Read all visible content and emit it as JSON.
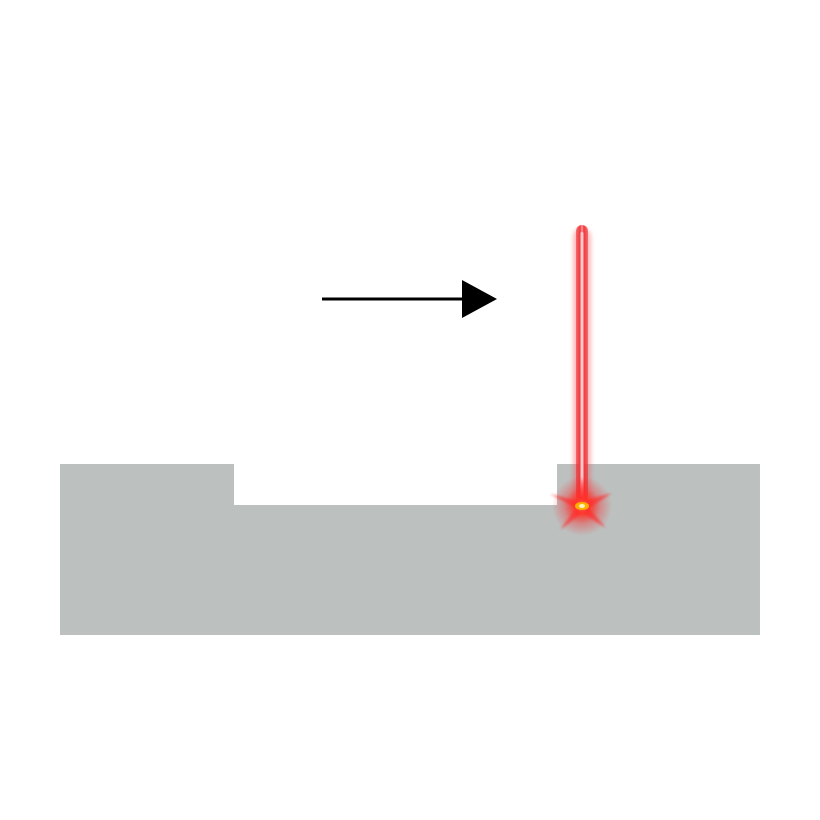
{
  "diagram": {
    "colors": {
      "background": "#ffffff",
      "material": "#bcc1c0",
      "arrow": "#000000",
      "laser_beam": "#e8262c",
      "laser_core": "#ff9aa0",
      "spark_glow": "#ff2020",
      "spark_core": "#ffb000"
    },
    "motion_arrow": {
      "direction": "right",
      "icon": "arrow-right-icon"
    },
    "laser": {
      "orientation": "vertical",
      "icon": "laser-beam-icon"
    },
    "workpiece": {
      "profile": "step",
      "icon": "workpiece-block-icon"
    },
    "spark": {
      "icon": "spark-icon"
    }
  }
}
